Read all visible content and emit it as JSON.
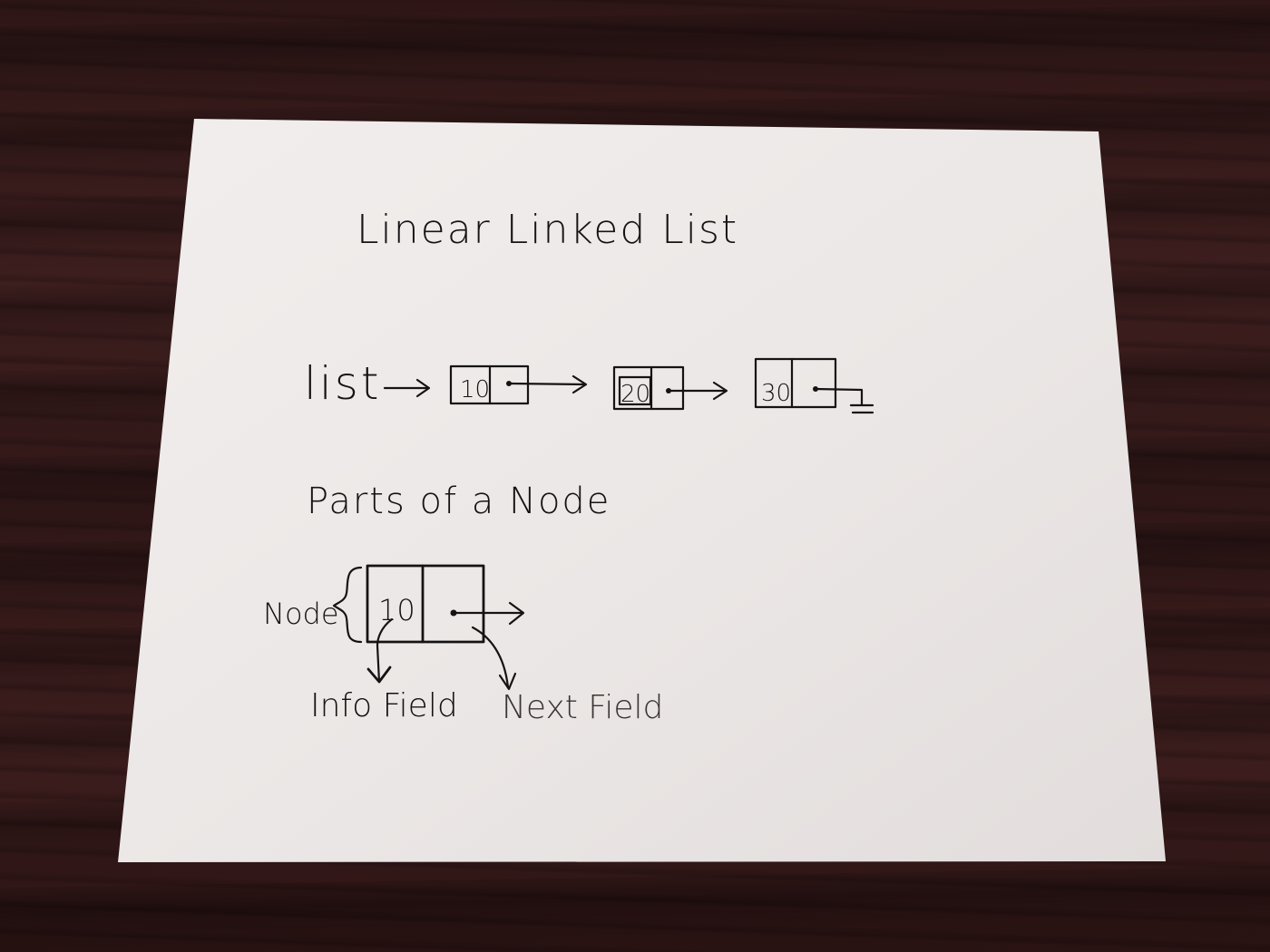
{
  "title": "Linear Linked List",
  "list_label": "list",
  "nodes": [
    {
      "info": "10"
    },
    {
      "info": "20"
    },
    {
      "info": "30"
    }
  ],
  "section_heading": "Parts of a Node",
  "detail_node": {
    "info": "10",
    "brace_label": "Node",
    "info_field_label": "Info Field",
    "next_field_label": "Next Field"
  },
  "colors": {
    "paper": "#ece8e7",
    "ink": "#151313",
    "table": "#2e1616"
  }
}
